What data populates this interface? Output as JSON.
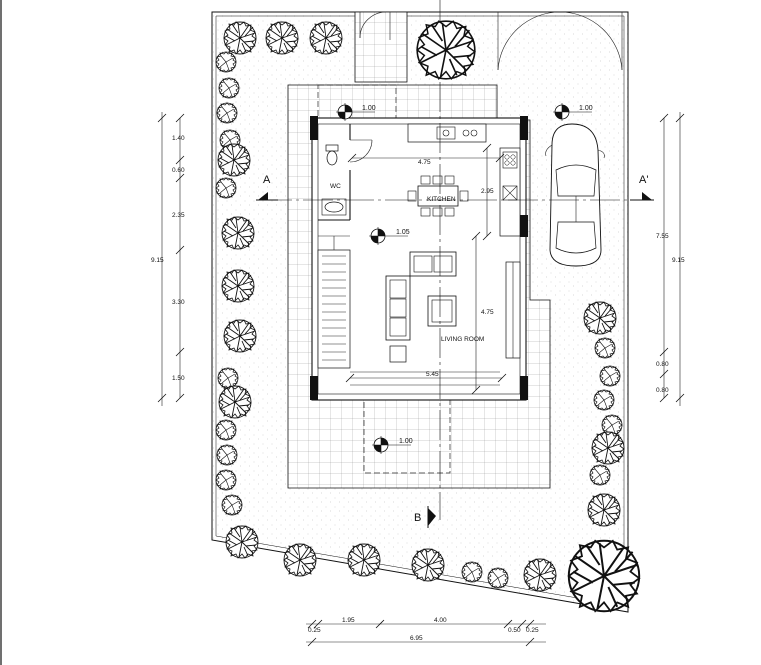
{
  "rooms": {
    "kitchen": "KITCHEN",
    "living": "LIVING ROOM",
    "wc": "WC"
  },
  "section_marks": {
    "a_left": "A",
    "a_right": "A'",
    "b_bottom": "B"
  },
  "levels": {
    "top": "1.00",
    "parking": "1.00",
    "living": "1.05",
    "bottom": "1.00"
  },
  "interior_dims": {
    "kitchen_width": "4.75",
    "kitchen_depth": "2.95",
    "living_depth": "4.75",
    "living_width": "5.45"
  },
  "left_dims": [
    "1.40",
    "0.60",
    "2.35",
    "3.30",
    "1.50"
  ],
  "left_total": "9.15",
  "right_dims": {
    "total_inner": "7.55",
    "total": "9.15",
    "d1": "0.80",
    "d2": "0.80"
  },
  "bottom_dims": {
    "a": "0.25",
    "b": "1.95",
    "c": "4.00",
    "d": "0.50",
    "e": "0.25",
    "total": "6.95"
  }
}
